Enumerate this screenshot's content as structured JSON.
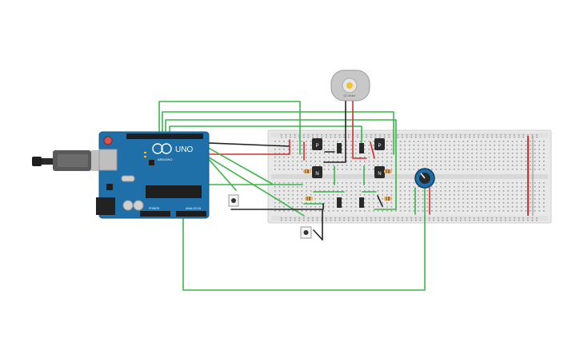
{
  "arduino": {
    "logo_text": "UNO",
    "brand_text": "ARDUINO",
    "power_header_label": "POWER",
    "analog_header_label": "ANALOG IN"
  },
  "motor": {
    "label": "DC Motor"
  },
  "colors": {
    "wire_green": "#3bb54a",
    "wire_red": "#d32f2f",
    "wire_black": "#222222",
    "arduino_blue": "#1f6fa8",
    "breadboard": "#e8e8e8",
    "rail_red": "#d32f2f"
  },
  "icons": {
    "usb": "usb-connector-icon",
    "barrel": "barrel-jack-icon",
    "potentiometer": "potentiometer-knob-icon"
  }
}
